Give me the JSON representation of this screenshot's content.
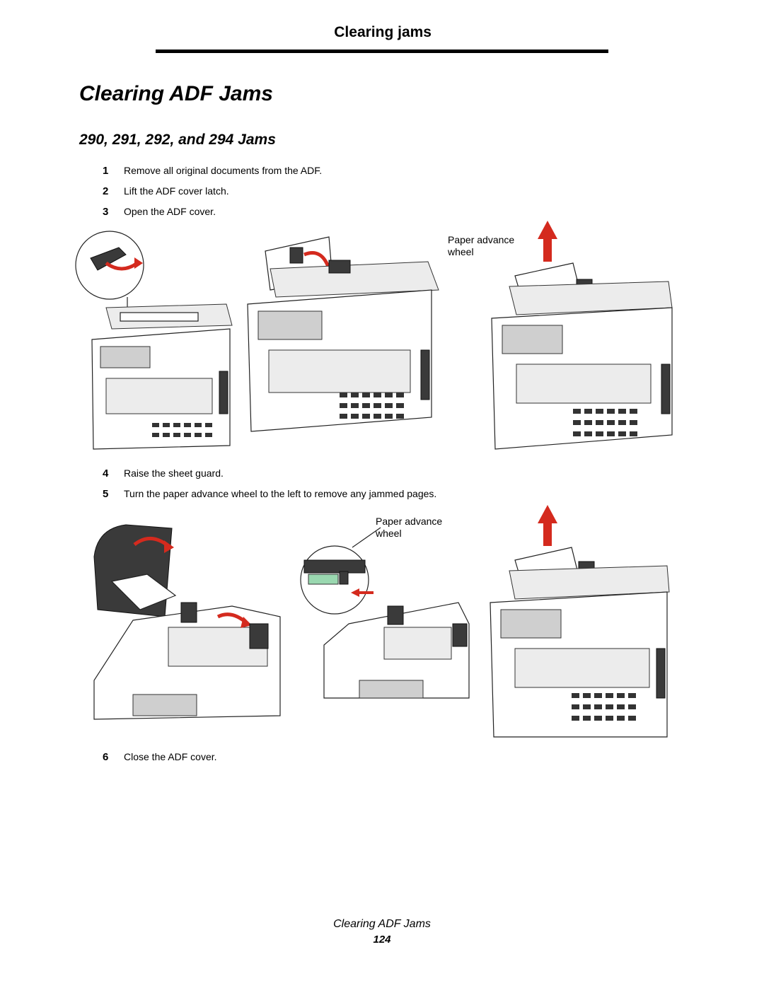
{
  "header": {
    "section": "Clearing jams"
  },
  "title": "Clearing ADF Jams",
  "subtitle": "290, 291, 292, and 294 Jams",
  "steps": [
    {
      "num": "1",
      "text": "Remove all original documents from the ADF."
    },
    {
      "num": "2",
      "text": "Lift the ADF cover latch."
    },
    {
      "num": "3",
      "text": "Open the ADF cover."
    },
    {
      "num": "4",
      "text": "Raise the sheet guard."
    },
    {
      "num": "5",
      "text": "Turn the paper advance wheel to the left to remove any jammed pages."
    },
    {
      "num": "6",
      "text": "Close the ADF cover."
    }
  ],
  "callouts": {
    "paper_advance_1": {
      "line1": "Paper advance",
      "line2": "wheel"
    },
    "paper_advance_2": {
      "line1": "Paper advance",
      "line2": "wheel"
    }
  },
  "footer": {
    "title": "Clearing ADF Jams",
    "page_number": "124"
  },
  "colors": {
    "arrow": "#d42a1e",
    "text": "#000000",
    "rule": "#000000"
  }
}
